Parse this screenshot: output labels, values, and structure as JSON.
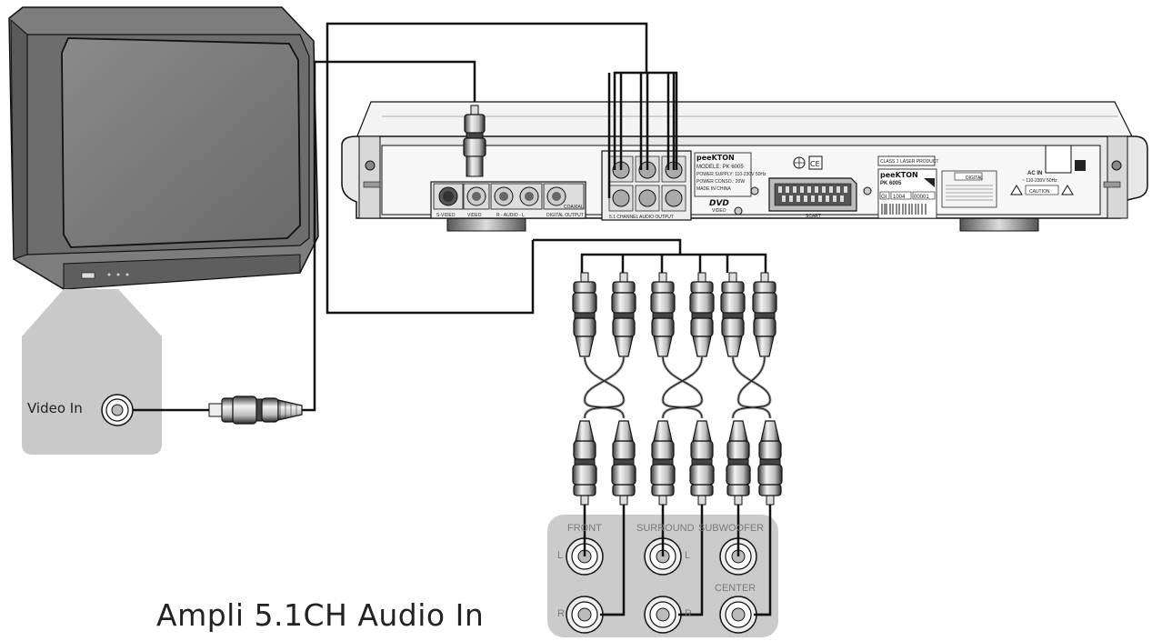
{
  "tv": {
    "input_label": "Video In"
  },
  "player": {
    "brand": "peeKTON",
    "model_line": "MODELE: PK 6005",
    "power_supply": "POWER SUPPLY: 110-230V 50Hz",
    "power_consumption": "POWER CONSO.: 20W",
    "origin": "MADE IN CHINA",
    "dvd_logo": "DVD",
    "dvd_sub": "VIDEO",
    "jack_labels": {
      "svideo": "S-VIDEO",
      "video": "VIDEO",
      "audio": "R - AUDIO - L",
      "digital": "DIGITAL OUTPUT",
      "coaxial": "COAXIAL"
    },
    "five_one_label": "5.1 CHANNEL AUDIO OUTPUT",
    "scart_label": "SCART",
    "laser_label": "CLASS 1 LASER PRODUCT",
    "sticker_brand": "peeKTON",
    "sticker_model": "PK 6005",
    "serial_prefix": "GI",
    "serial_1": "1004",
    "serial_2": "00001",
    "ac_in": "AC IN",
    "ac_spec": "~ 110-230V 50Hz",
    "caution": "CAUTION",
    "dolby": "DIGITAL"
  },
  "amplifier": {
    "title": "Ampli 5.1CH Audio In",
    "labels": {
      "front": "FRONT",
      "surround": "SURROUND",
      "subwoofer": "SUBWOOFER",
      "center": "CENTER",
      "left": "L",
      "right": "R"
    }
  }
}
